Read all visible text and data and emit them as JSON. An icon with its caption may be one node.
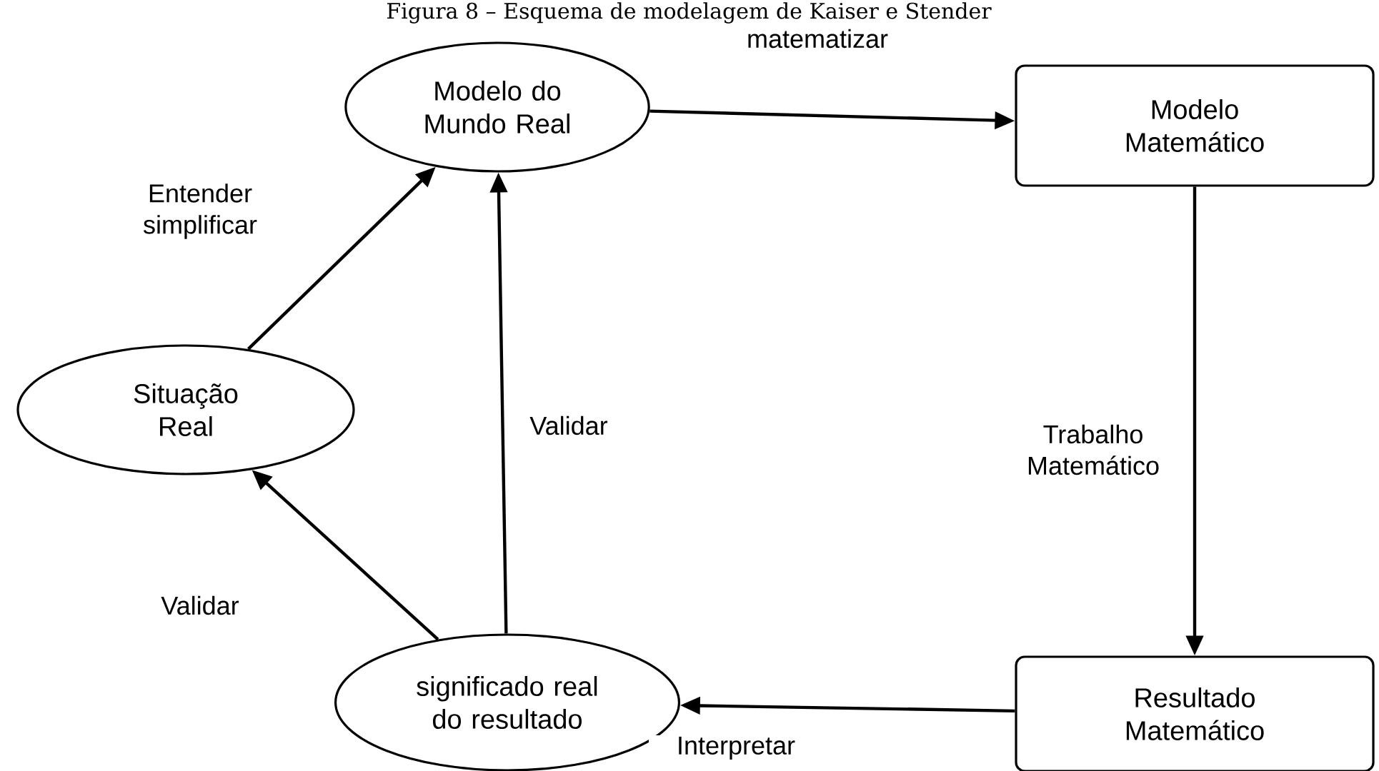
{
  "diagram": {
    "title": "Figura 8 – Esquema de modelagem de Kaiser e Stender",
    "nodes": [
      {
        "text": [
          "Modelo do Mundo Real"
        ]
      },
      {
        "text": [
          "Modelo Matemático"
        ]
      },
      {
        "text": [
          "Situação Real"
        ]
      },
      {
        "text": [
          "Resultado Matemático"
        ]
      },
      {
        "text": [
          "significado real do resultado"
        ]
      }
    ],
    "edges": [
      {
        "from": 0,
        "to": 1,
        "arrow": "to",
        "label": "matematizar"
      },
      {
        "from": 1,
        "to": 3,
        "arrow": "to",
        "label": "Trabalho Matemático"
      },
      {
        "from": 3,
        "to": 4,
        "arrow": "to",
        "label": "Interpretar"
      },
      {
        "from": 4,
        "to": 0,
        "arrow": "to",
        "label": "Validar"
      },
      {
        "from": 4,
        "to": 2,
        "arrow": "to",
        "label": "Validar"
      },
      {
        "from": 2,
        "to": 0,
        "arrow": "to",
        "label": "Entender simplificar"
      }
    ]
  }
}
